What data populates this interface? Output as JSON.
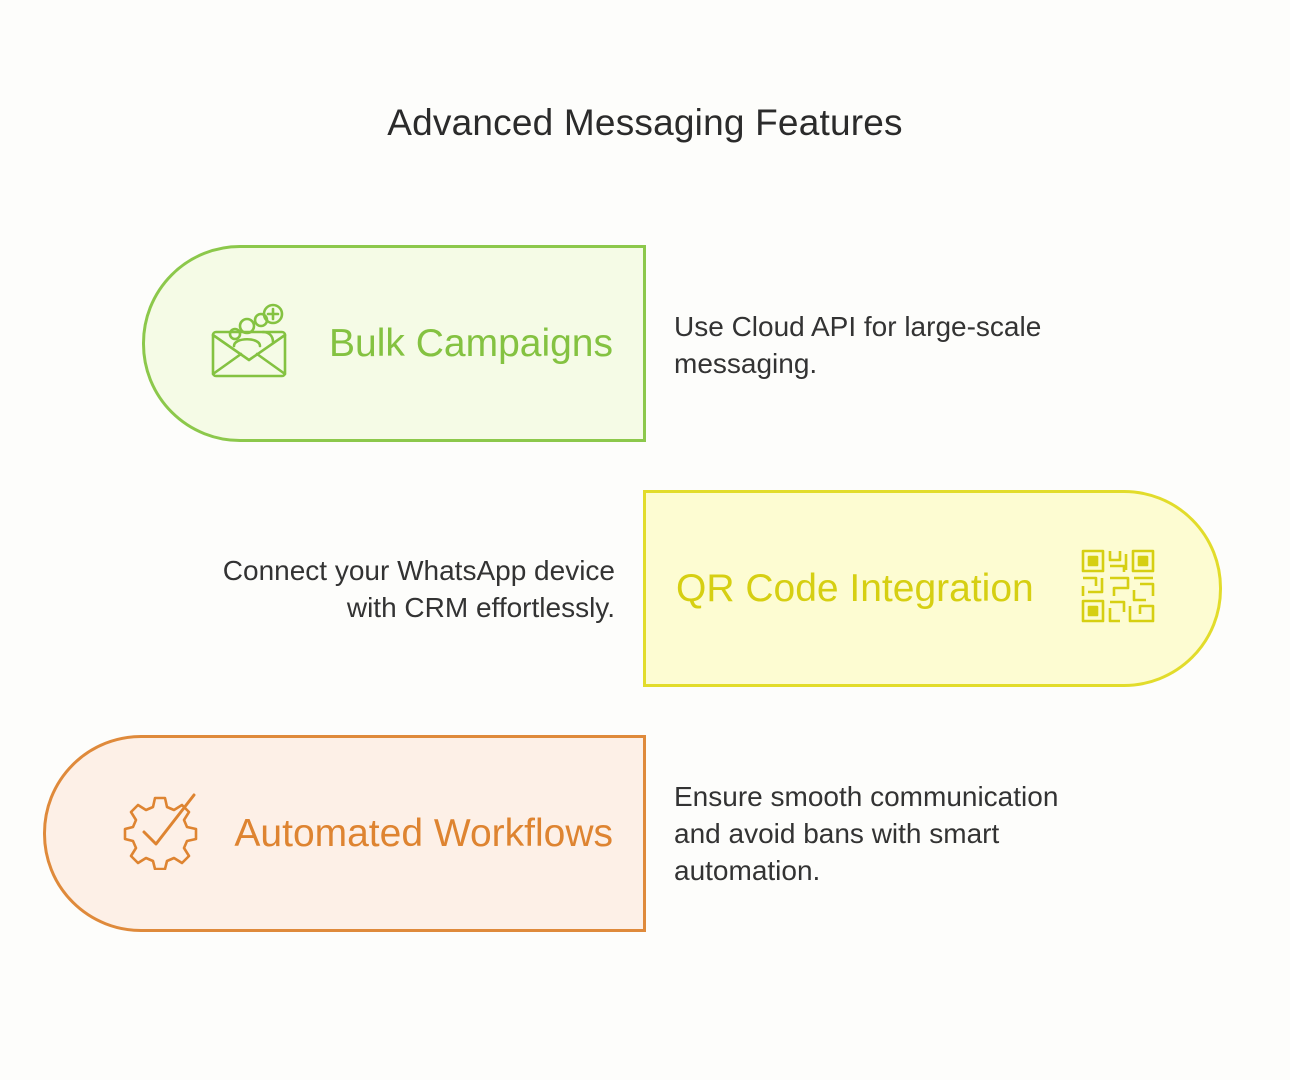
{
  "title": "Advanced Messaging Features",
  "colors": {
    "bulk_accent": "#84c241",
    "qr_accent": "#d6cf12",
    "auto_accent": "#de8431"
  },
  "features": [
    {
      "label": "Bulk Campaigns",
      "icon": "envelope-users-plus-icon",
      "description": [
        "Use Cloud API for large-scale",
        "messaging."
      ]
    },
    {
      "label": "QR Code Integration",
      "icon": "qr-code-icon",
      "description": [
        "Connect your WhatsApp device",
        "with CRM effortlessly."
      ]
    },
    {
      "label": "Automated Workflows",
      "icon": "gear-check-icon",
      "description": [
        "Ensure smooth communication",
        "and avoid bans with smart",
        "automation."
      ]
    }
  ]
}
